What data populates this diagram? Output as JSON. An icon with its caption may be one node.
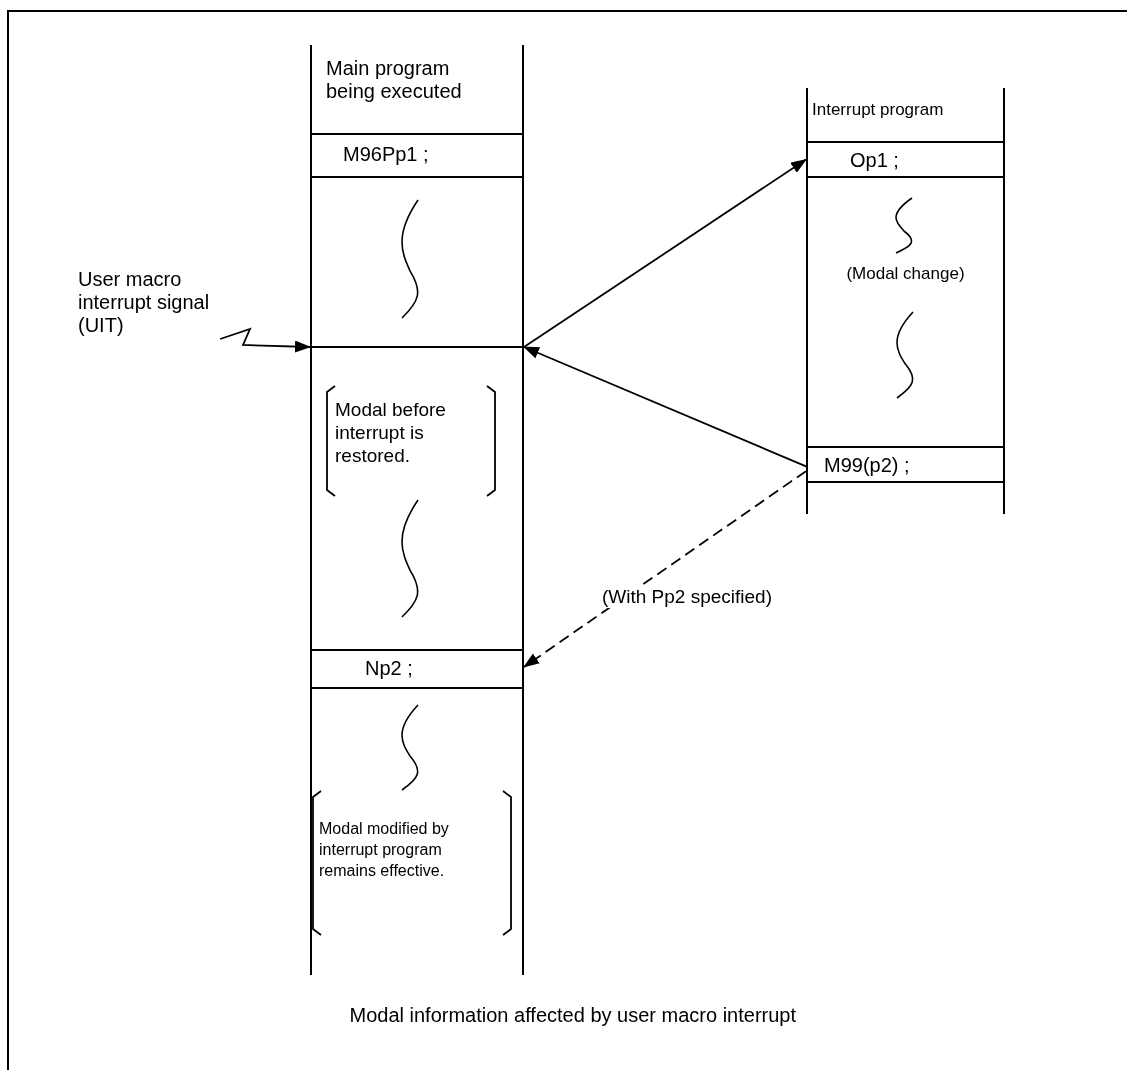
{
  "diagram": {
    "caption": "Modal information affected by user macro interrupt",
    "nodes": [
      {
        "text": [
          "Main program being executed"
        ]
      },
      {
        "text": [
          "M96Pp1 ;"
        ],
        "in": 0
      },
      {
        "text": [],
        "shape": "bar",
        "in": 0
      },
      {
        "text": [
          "Modal before interrupt is restored."
        ],
        "in": 0
      },
      {
        "text": [
          "Np2 ;"
        ],
        "in": 0
      },
      {
        "text": [
          "Modal modified by interrupt program remains effective."
        ],
        "in": 0
      },
      {
        "text": [
          "User macro interrupt signal (UIT)"
        ]
      },
      {
        "text": [
          "Interrupt program",
          "(Modal change)"
        ]
      },
      {
        "text": [
          "Op1 ;"
        ],
        "in": 7
      },
      {
        "text": [
          "M99(p2) ;"
        ],
        "in": 7
      }
    ],
    "edges": [
      {
        "from": 6,
        "to": 2,
        "arrow": "to"
      },
      {
        "from": 2,
        "to": 8,
        "arrow": "to"
      },
      {
        "from": 9,
        "to": 2,
        "arrow": "to"
      },
      {
        "from": 9,
        "to": 4,
        "arrow": "to",
        "style": "dashed",
        "label": "(With Pp2 specified)"
      }
    ]
  }
}
